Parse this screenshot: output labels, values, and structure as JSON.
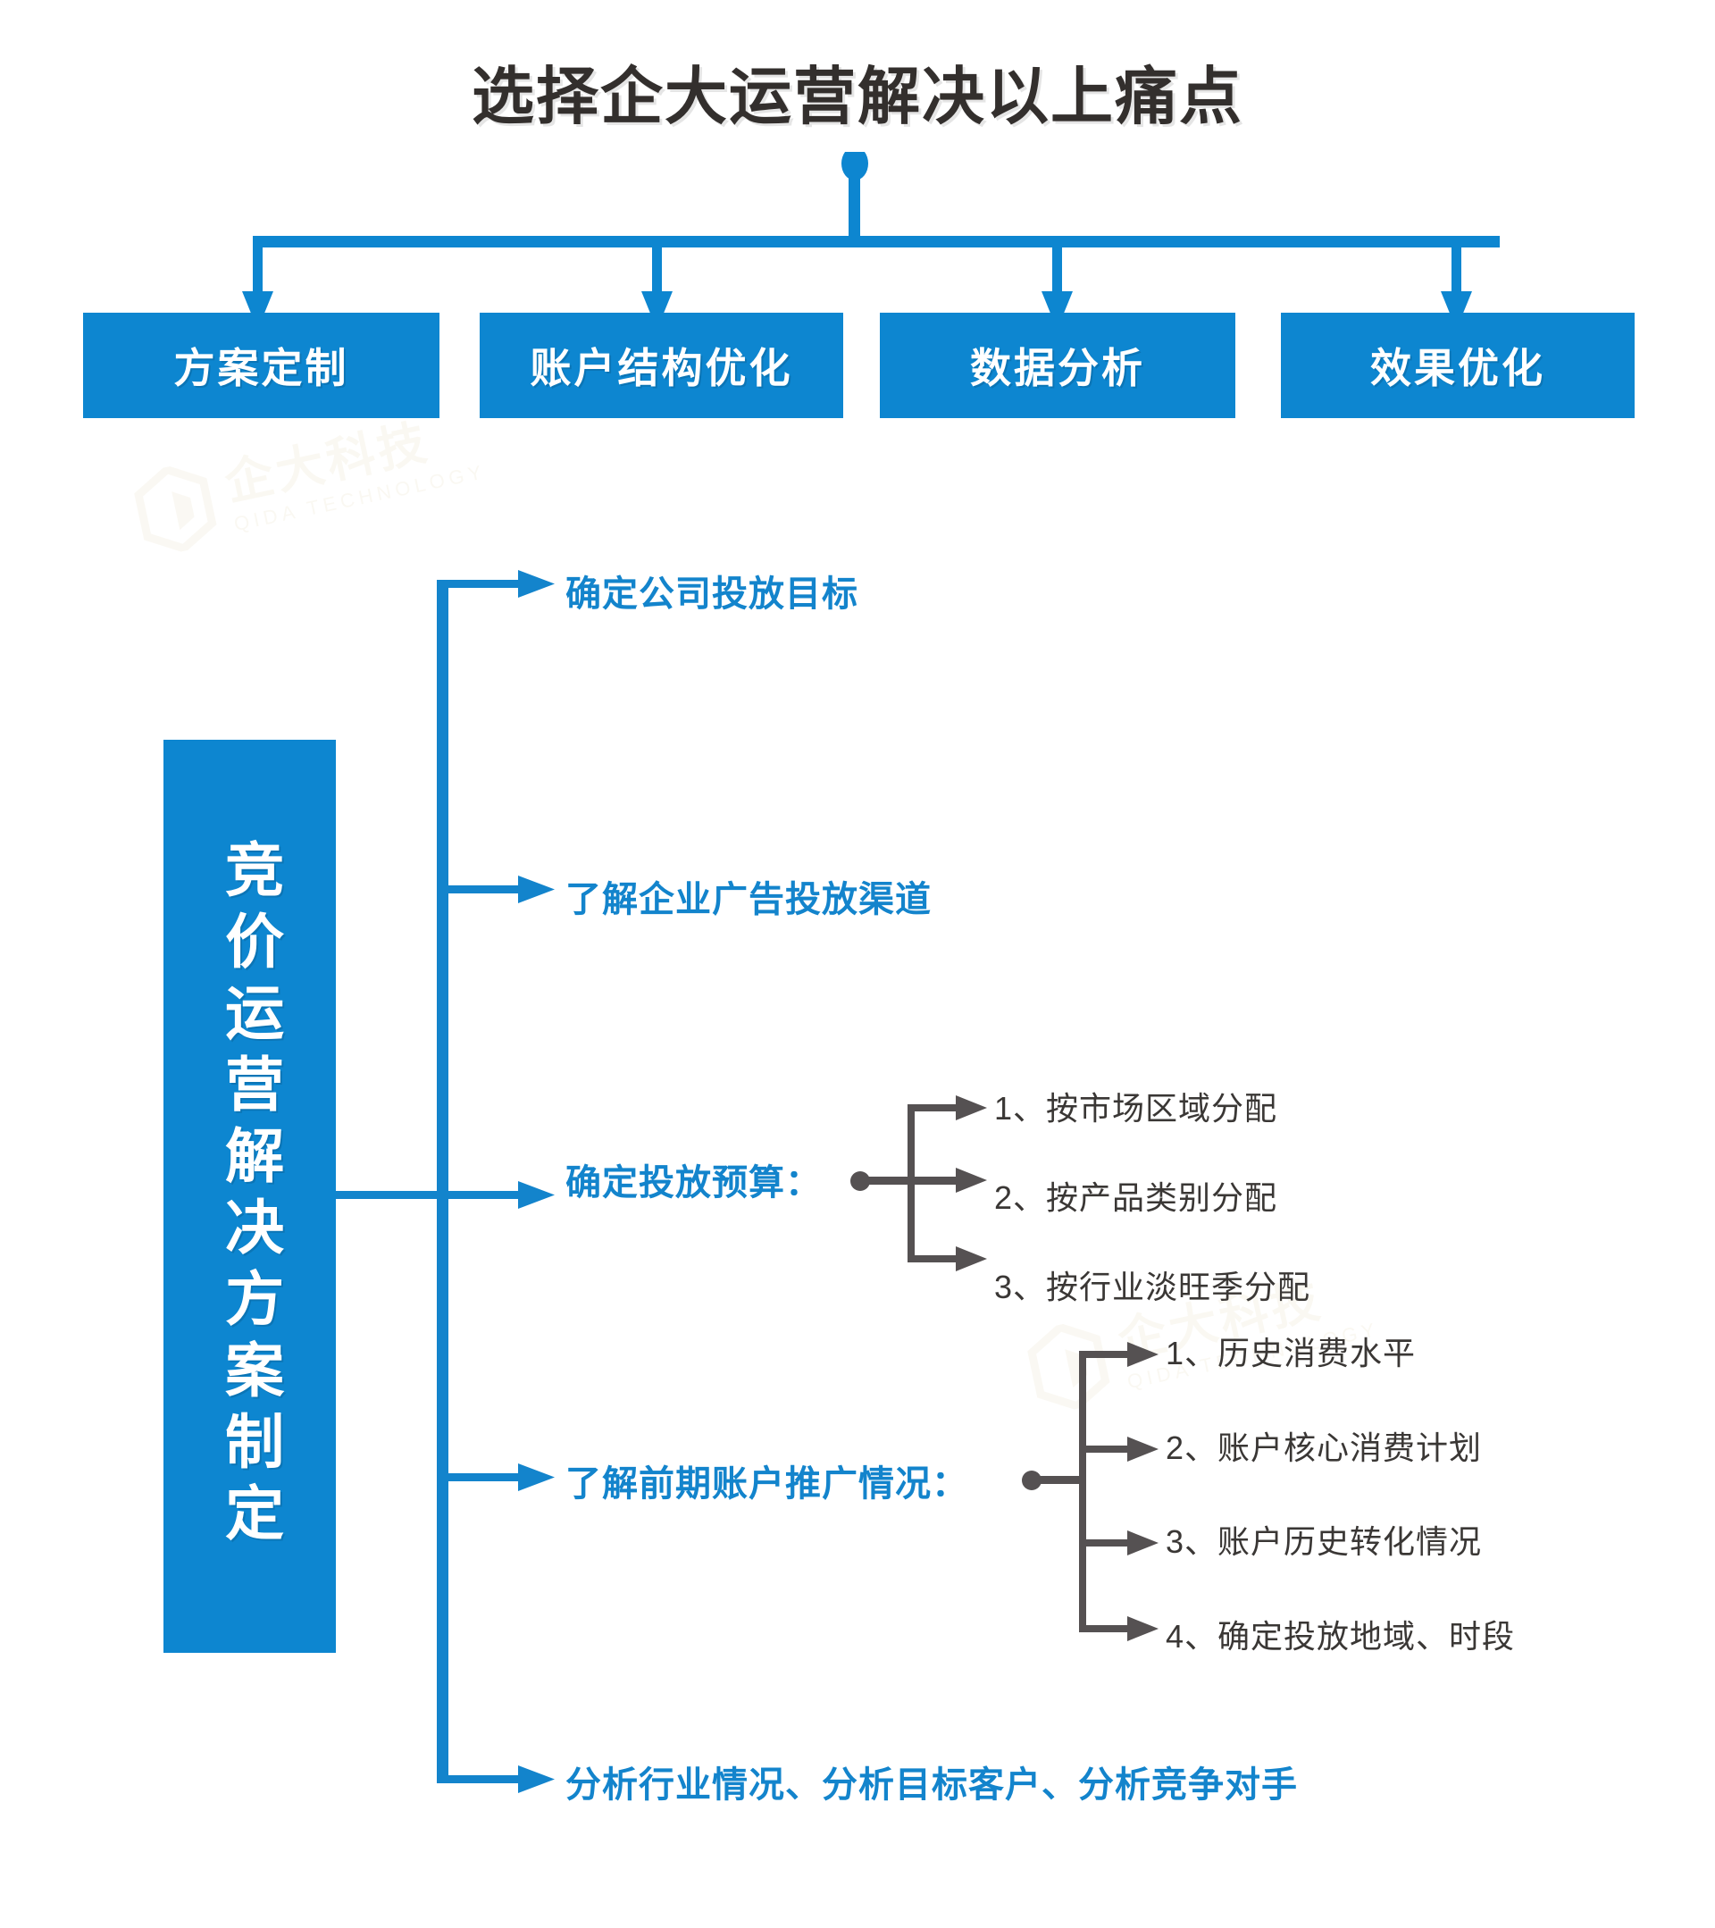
{
  "title": "选择企大运营解决以上痛点",
  "colors": {
    "brand_blue": "#0d86d0",
    "label_blue": "#1384cc",
    "title_dark": "#332f2d",
    "sub_dark": "#3a3735",
    "connector_gray": "#555152"
  },
  "watermark": {
    "cn": "企大科技",
    "en": "QIDA TECHNOLOGY"
  },
  "top_boxes": [
    {
      "label": "方案定制"
    },
    {
      "label": "账户结构优化"
    },
    {
      "label": "数据分析"
    },
    {
      "label": "效果优化"
    }
  ],
  "root": {
    "label": "竞价运营解决方案制定"
  },
  "branches": [
    {
      "label": "确定公司投放目标",
      "children": []
    },
    {
      "label": "了解企业广告投放渠道",
      "children": []
    },
    {
      "label": "确定投放预算：",
      "children": [
        "1、按市场区域分配",
        "2、按产品类别分配",
        "3、按行业淡旺季分配"
      ]
    },
    {
      "label": "了解前期账户推广情况：",
      "children": [
        "1、历史消费水平",
        "2、账户核心消费计划",
        "3、账户历史转化情况",
        "4、确定投放地域、时段"
      ]
    },
    {
      "label": "分析行业情况、分析目标客户、分析竞争对手",
      "children": []
    }
  ]
}
